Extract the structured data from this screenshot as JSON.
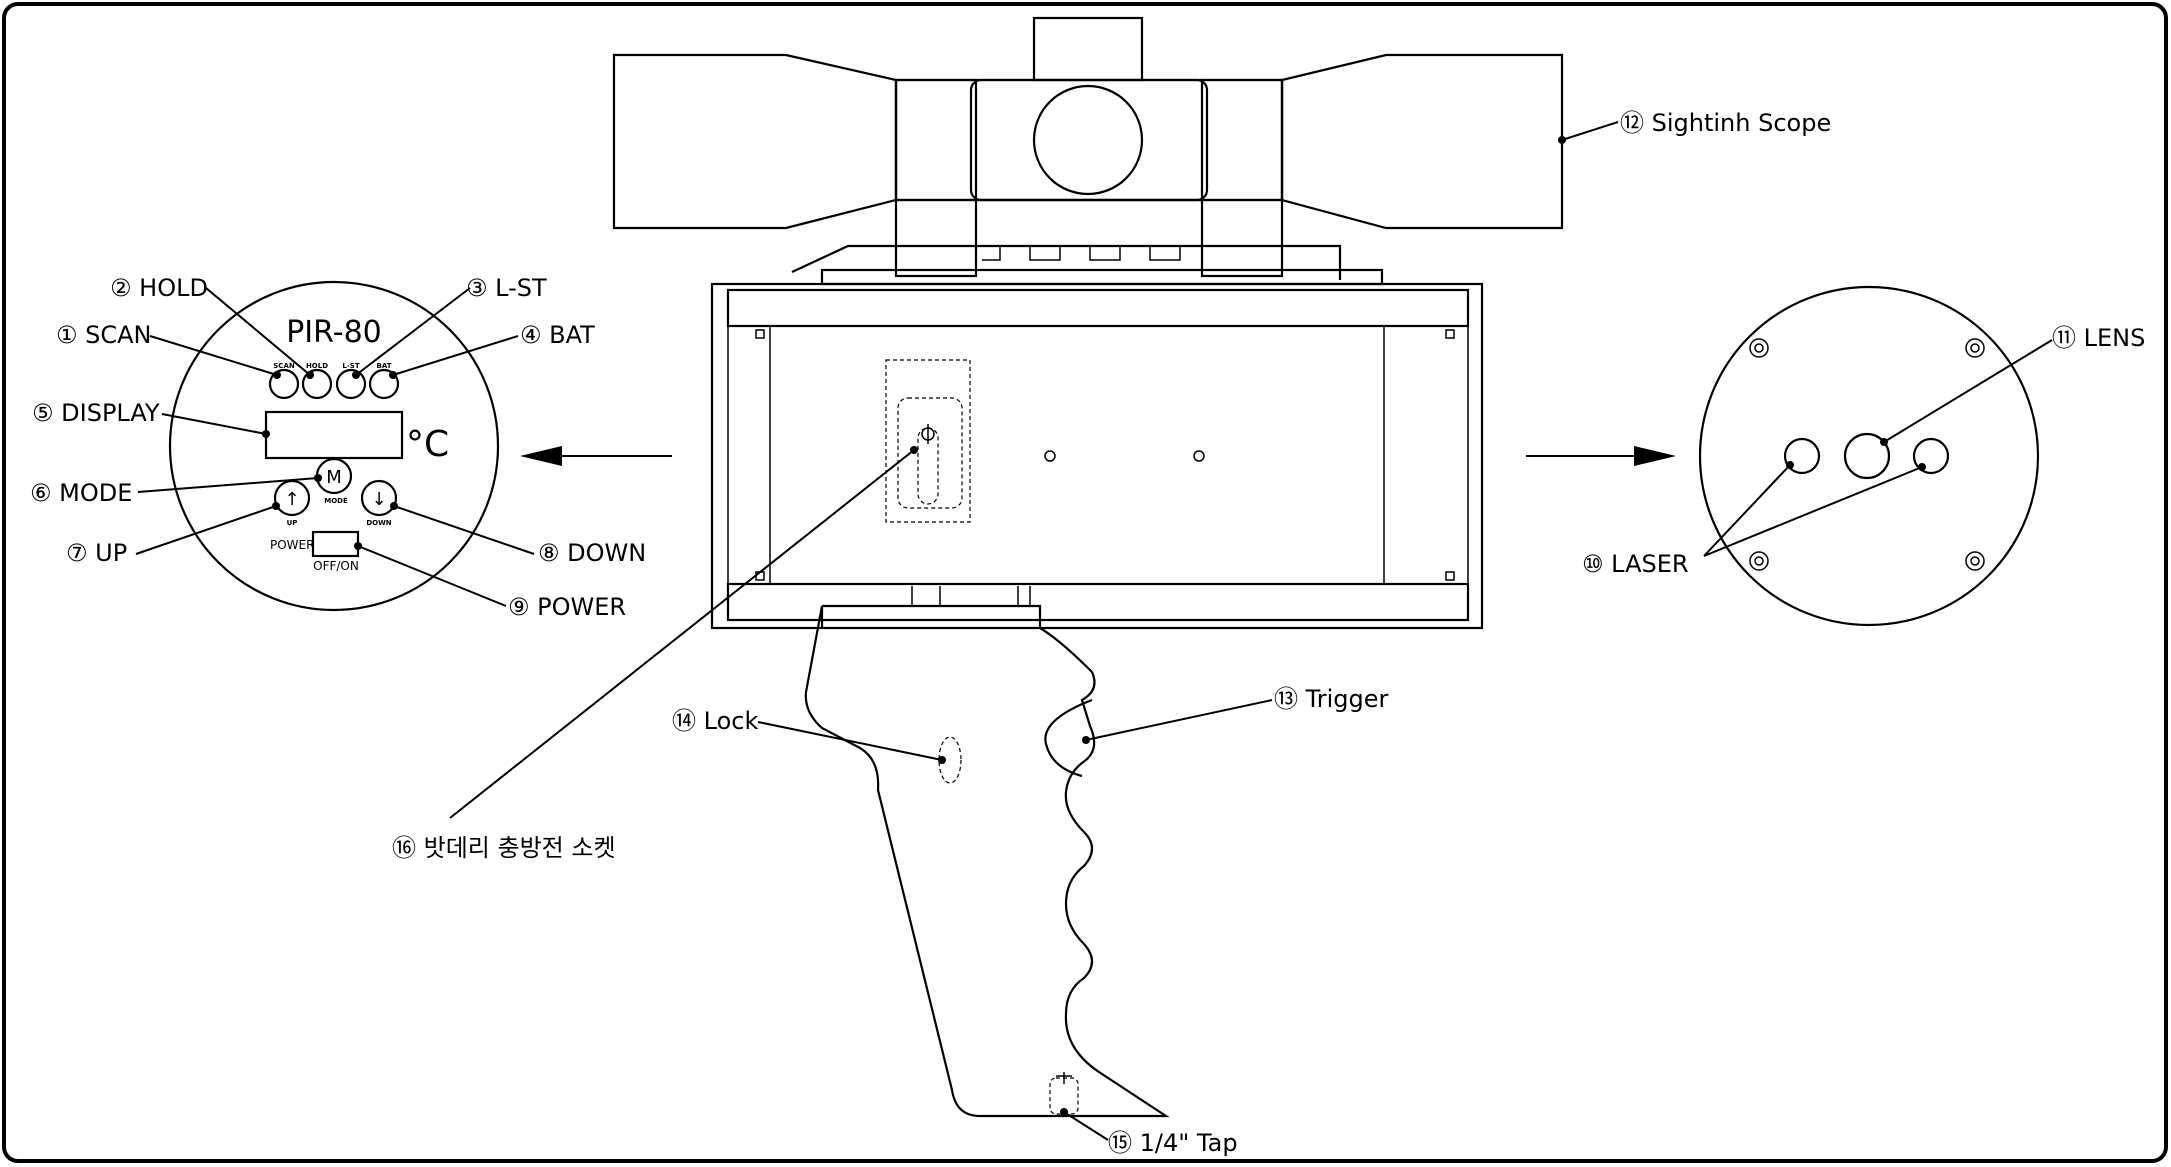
{
  "panel": {
    "model": "PIR-80",
    "unit": "°C",
    "buttons": {
      "scan": "SCAN",
      "hold": "HOLD",
      "lst": "L-ST",
      "bat": "BAT",
      "mode_key": "M",
      "mode_caption": "MODE",
      "up_key": "↑",
      "up_caption": "UP",
      "down_key": "↓",
      "down_caption": "DOWN",
      "power": "POWER",
      "off_on": "OFF/ON"
    }
  },
  "callouts": [
    {
      "id": "1",
      "text": "① SCAN"
    },
    {
      "id": "2",
      "text": "② HOLD"
    },
    {
      "id": "3",
      "text": "③ L-ST"
    },
    {
      "id": "4",
      "text": "④ BAT"
    },
    {
      "id": "5",
      "text": "⑤ DISPLAY"
    },
    {
      "id": "6",
      "text": "⑥ MODE"
    },
    {
      "id": "7",
      "text": "⑦ UP"
    },
    {
      "id": "8",
      "text": "⑧ DOWN"
    },
    {
      "id": "9",
      "text": "⑨ POWER"
    },
    {
      "id": "10",
      "text": "⑩ LASER"
    },
    {
      "id": "11",
      "text": "⑪ LENS"
    },
    {
      "id": "12",
      "text": "⑫ Sightinh Scope"
    },
    {
      "id": "13",
      "text": "⑬ Trigger"
    },
    {
      "id": "14",
      "text": "⑭ Lock"
    },
    {
      "id": "15",
      "text": "⑮ 1/4\" Tap"
    },
    {
      "id": "16",
      "text": "⑯ 밧데리 충방전 소켓"
    }
  ]
}
